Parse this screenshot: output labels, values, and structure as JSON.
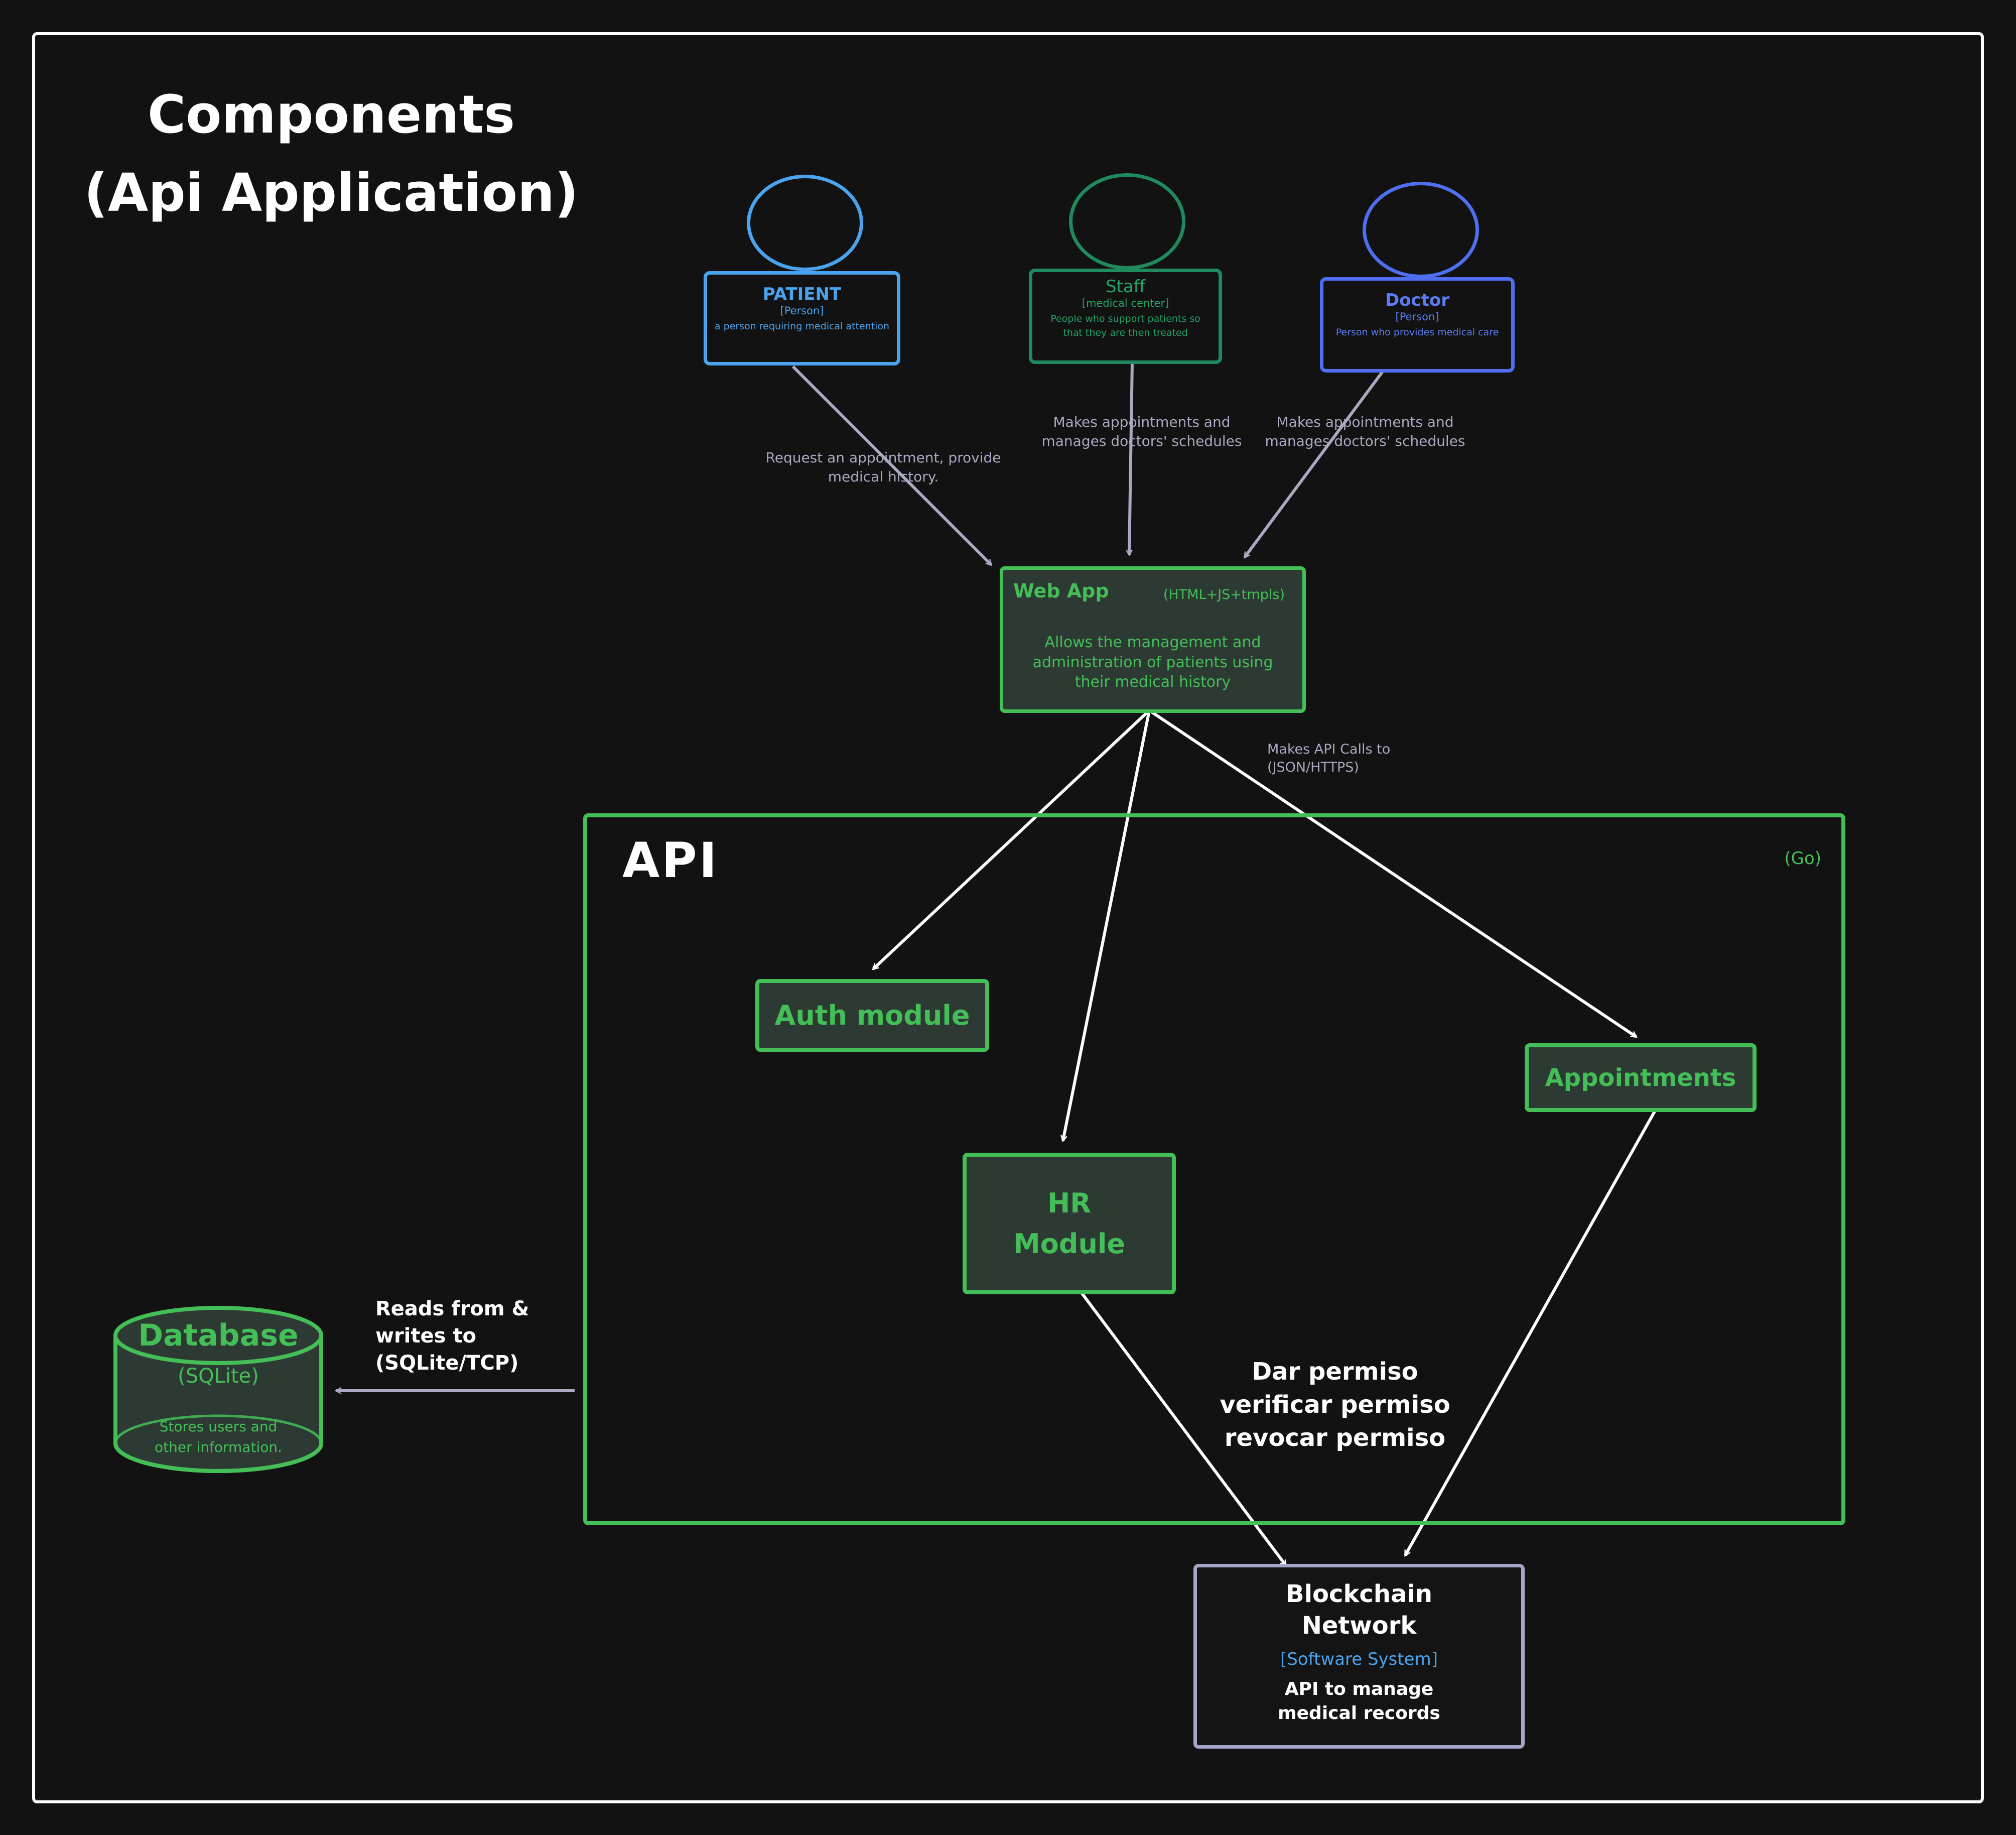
{
  "title": {
    "line1": "Components",
    "line2": "(Api Application)"
  },
  "persons": {
    "patient": {
      "name": "PATIENT",
      "type": "[Person]",
      "description": "a person requiring medical attention",
      "color": "#4aa3ee"
    },
    "staff": {
      "name": "Staff",
      "type": "[medical center]",
      "description": "People who support patients so that they are then treated",
      "color": "#1f8a5e"
    },
    "doctor": {
      "name": "Doctor",
      "type": "[Person]",
      "description": "Person who provides medical care",
      "color": "#4f6ff0"
    }
  },
  "relations": {
    "patient_to_webapp": "Request an appointment, provide medical history.",
    "staff_to_webapp": "Makes appointments and manages doctors' schedules",
    "doctor_to_webapp": "Makes appointments and manages doctors' schedules",
    "webapp_to_api": "Makes API Calls to (JSON/HTTPS)",
    "api_to_database": "Reads from & writes to (SQLite/TCP)",
    "modules_to_blockchain": [
      "Dar permiso",
      "verificar permiso",
      "revocar permiso"
    ]
  },
  "webapp": {
    "title": "Web App",
    "tech": "(HTML+JS+tmpls)",
    "description": "Allows the management and administration of patients using their medical history"
  },
  "api": {
    "title": "API",
    "tech": "(Go)",
    "modules": {
      "auth": "Auth module",
      "hr": "HR Module",
      "appointments": "Appointments"
    }
  },
  "database": {
    "title": "Database",
    "tech": "(SQLite)",
    "description": "Stores users and other information."
  },
  "blockchain": {
    "title": "Blockchain Network",
    "type": "[Software System]",
    "description": "API to manage medical records"
  },
  "colors": {
    "background": "#121212",
    "green": "#44bf57",
    "green_fill": "#2d3a34",
    "arrow_gray": "#a9aac2",
    "white": "#ffffff",
    "link_blue": "#4aa3ee"
  }
}
